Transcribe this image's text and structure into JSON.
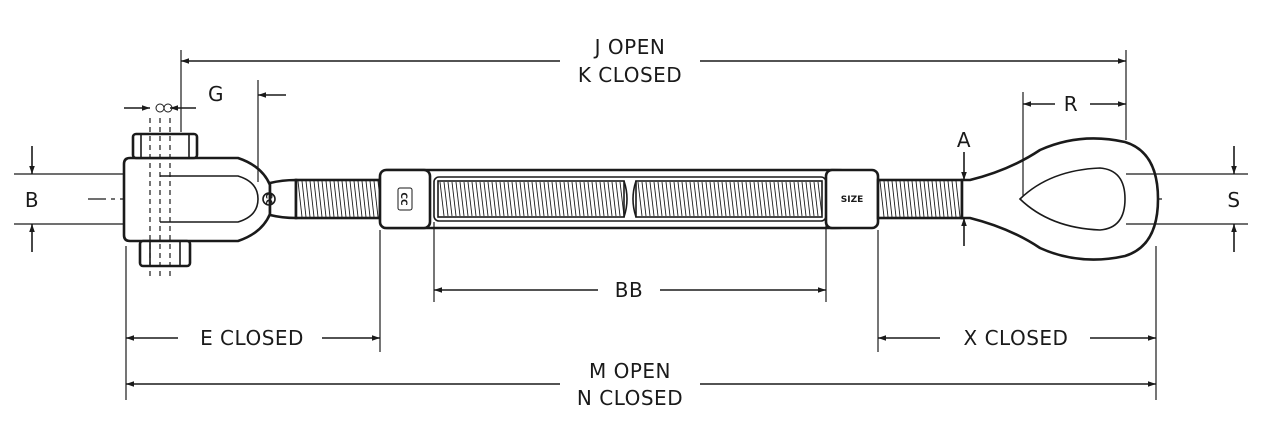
{
  "labels": {
    "j_open": "J OPEN",
    "k_closed": "K CLOSED",
    "g": "G",
    "r": "R",
    "a": "A",
    "b": "B",
    "s": "S",
    "bb": "BB",
    "e_closed": "E CLOSED",
    "x_closed": "X CLOSED",
    "m_open": "M OPEN",
    "n_closed": "N CLOSED",
    "size_mark": "SIZE",
    "brand_mark_left": "CC",
    "brand_mark_body": "CC"
  }
}
